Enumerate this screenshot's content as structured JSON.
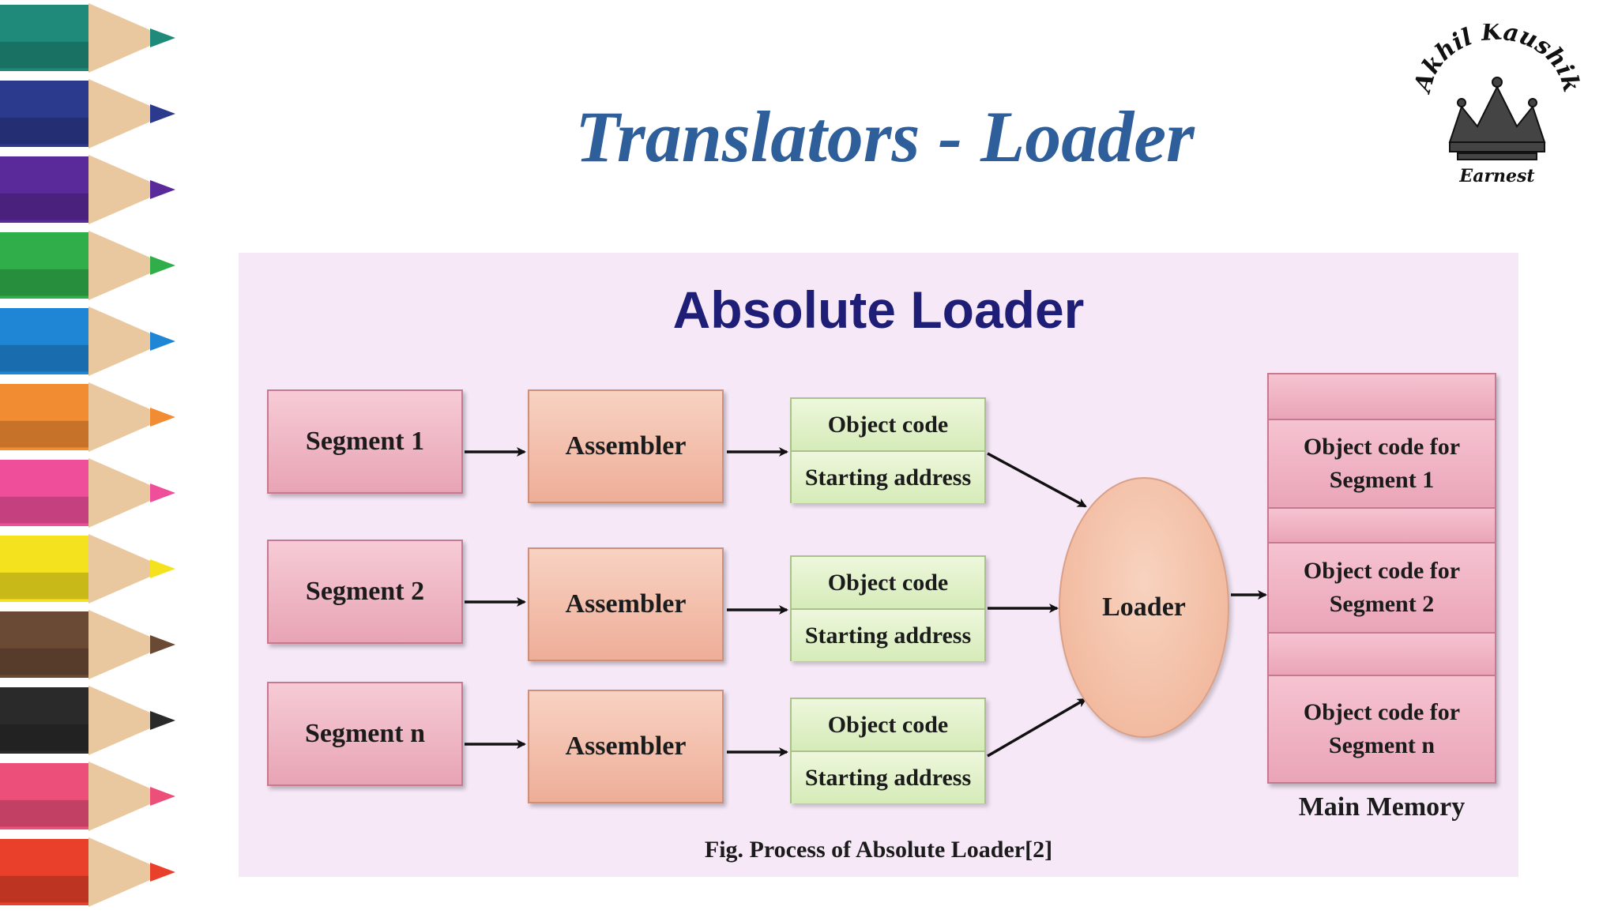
{
  "slide": {
    "title": "Translators - Loader",
    "logo_text_top": "Akhil Kaushik",
    "logo_text_bottom": "Earnest"
  },
  "diagram": {
    "title": "Absolute Loader",
    "segments": [
      "Segment 1",
      "Segment 2",
      "Segment n"
    ],
    "assembler_label": "Assembler",
    "object_code_label": "Object code",
    "starting_address_label": "Starting address",
    "loader_label": "Loader",
    "memory": {
      "label": "Main Memory",
      "blocks": [
        "",
        "Object code for\nSegment 1",
        "",
        "Object code for\nSegment 2",
        "",
        "Object code for\nSegment n"
      ]
    },
    "caption": "Fig. Process of Absolute Loader[2]"
  },
  "colors": {
    "title": "#2e5f9a",
    "diagram_title": "#1f1e76",
    "panel_background": "#f6e8f7",
    "segment_fill": "#e8a4b4",
    "assembler_fill": "#eeae98",
    "object_code_fill": "#d5ebb8",
    "loader_fill": "#efb194",
    "memory_fill": "#eaa5b8"
  },
  "pencils": [
    "#1f8a7a",
    "#2b3a8c",
    "#5b2a9a",
    "#2fae4a",
    "#1f86d6",
    "#f28c32",
    "#ef4f9a",
    "#f5e21f",
    "#6b4a35",
    "#2a2a2a",
    "#ec4f7a",
    "#e8402a"
  ]
}
